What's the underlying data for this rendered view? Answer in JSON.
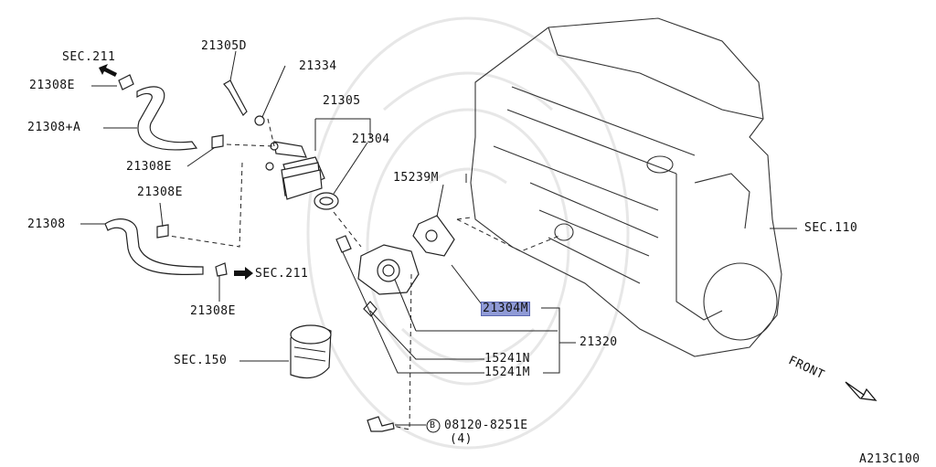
{
  "diagram": {
    "part_labels": {
      "sec211_top": "SEC.211",
      "p21308E_a": "21308E",
      "p21308A": "21308+A",
      "p21305D": "21305D",
      "p21334": "21334",
      "p21305": "21305",
      "p21304": "21304",
      "p21308E_b": "21308E",
      "p21308E_c": "21308E",
      "p21308": "21308",
      "sec211_bottom": "SEC.211",
      "p21308E_d": "21308E",
      "p15239M": "15239M",
      "sec110": "SEC.110",
      "p21304M": "21304M",
      "p21320": "21320",
      "sec150": "SEC.150",
      "p15241N": "15241N",
      "p15241M": "15241M",
      "bolt_code": "08120-8251E",
      "bolt_qty": "(4)",
      "bolt_marker": "B",
      "front": "FRONT",
      "figure_id": "A213C100"
    },
    "highlighted_part": "21304M",
    "colors": {
      "highlight": "#8f9ad6",
      "line": "#222222",
      "background": "#ffffff"
    },
    "icons": [
      "arrow-left-icon",
      "arrow-right-icon",
      "front-arrow-icon",
      "circle-b-icon"
    ]
  }
}
